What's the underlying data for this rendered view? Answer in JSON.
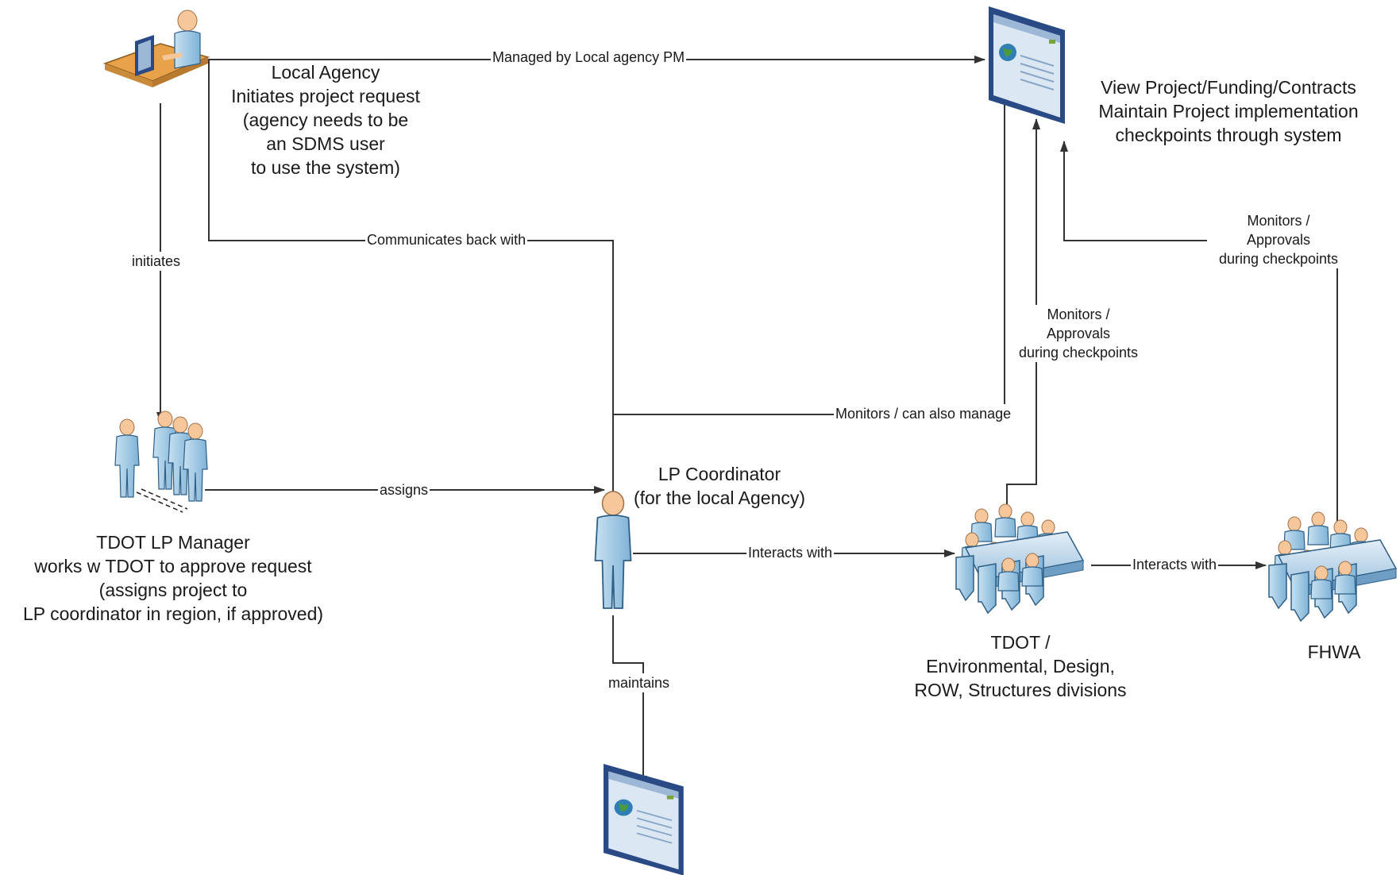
{
  "nodes": {
    "local_agency": [
      "Local Agency",
      "Initiates project request",
      "(agency needs to be",
      "an SDMS user",
      "to use the system)"
    ],
    "system_top": [
      "View Project/Funding/Contracts",
      "Maintain Project implementation",
      "checkpoints through system"
    ],
    "tdot_lp_manager": [
      "TDOT LP Manager",
      "works w TDOT to approve request",
      "(assigns project to",
      "LP coordinator in region, if approved)"
    ],
    "lp_coordinator": [
      "LP Coordinator",
      "(for the local Agency)"
    ],
    "tdot_divisions": [
      "TDOT /",
      "Environmental, Design,",
      "ROW, Structures divisions"
    ],
    "fhwa": [
      "FHWA"
    ]
  },
  "edges": {
    "managed_by": "Managed by Local agency PM",
    "communicates_back": "Communicates back with",
    "initiates": "initiates",
    "assigns": "assigns",
    "monitors_manage": "Monitors / can also manage",
    "interacts_1": "Interacts with",
    "interacts_2": "Interacts with",
    "maintains": "maintains",
    "monitors_tdot": [
      "Monitors /",
      "Approvals",
      "during checkpoints"
    ],
    "monitors_fhwa": [
      "Monitors /",
      "Approvals",
      "during checkpoints"
    ]
  },
  "colors": {
    "person_fill": "#a9cde6",
    "person_head": "#f6c79a",
    "desk": "#e8a24a",
    "screen_frame": "#2a4a86",
    "screen_inner": "#dbe8f4",
    "line": "#333333"
  }
}
